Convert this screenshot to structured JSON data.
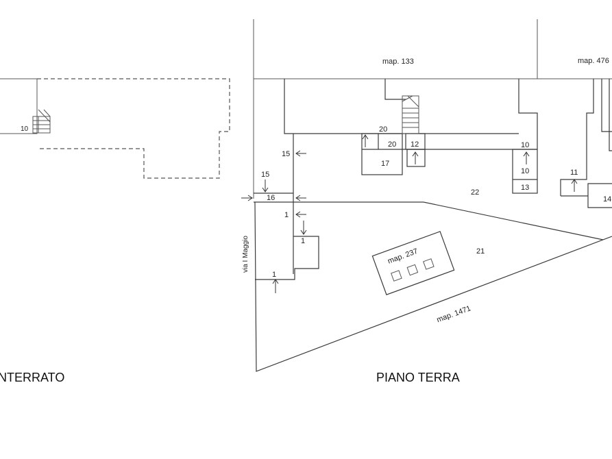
{
  "titles": {
    "basement": "INTERRATO",
    "ground": "PIANO TERRA"
  },
  "street": "via I Maggio",
  "maps": {
    "north_left": "map. 133",
    "north_right": "map. 476",
    "courtyard_building": "map. 237",
    "south": "map. 1471"
  },
  "rooms": {
    "r10_basement": "10",
    "r20_top": "20",
    "r20_inner": "20",
    "r12": "12",
    "r17": "17",
    "r10_a": "10",
    "r10_b": "10",
    "r13": "13",
    "r11": "11",
    "r14": "14",
    "r22": "22",
    "r21": "21",
    "r15_a": "15",
    "r15_b": "15",
    "r16": "16",
    "r1_a": "1",
    "r1_b": "1",
    "r1_c": "1"
  },
  "colors": {
    "line": "#3a3a3a",
    "text": "#222222",
    "background": "#ffffff"
  }
}
